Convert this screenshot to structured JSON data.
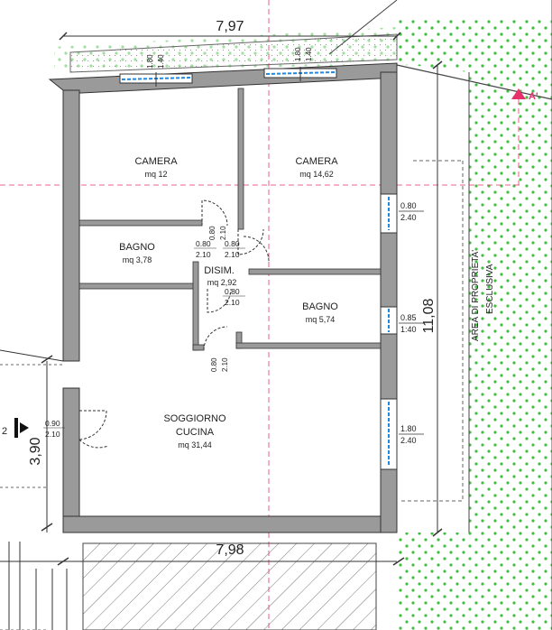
{
  "plan": {
    "dim_top": "7,97",
    "dim_bottom": "7,98",
    "dim_left": "3,90",
    "dim_right": "11,08",
    "section_marker": "A'",
    "section_left": "2",
    "garden_label_1": "AREA DI PROPRIETA'",
    "garden_label_2": "ESCLUSIVA",
    "rooms": [
      {
        "name": "CAMERA",
        "area": "mq 12"
      },
      {
        "name": "CAMERA",
        "area": "mq 14,62"
      },
      {
        "name": "BAGNO",
        "area": "mq 3,78"
      },
      {
        "name": "DISIM.",
        "area": "mq 2,92"
      },
      {
        "name": "BAGNO",
        "area": "mq 5,74"
      },
      {
        "name": "SOGGIORNO",
        "name2": "CUCINA",
        "area": "mq 31,44"
      }
    ],
    "openings": {
      "win_top_left": {
        "w": "1.80",
        "h": "1.40"
      },
      "win_top_right": {
        "w": "1.80",
        "h": "1.40"
      },
      "win_right_camera": {
        "w": "0.80",
        "h": "2.40"
      },
      "win_right_bagno": {
        "w": "0.85",
        "h": "1:40"
      },
      "win_right_soggiorno": {
        "w": "1.80",
        "h": "2.40"
      },
      "door_camera1": {
        "w": "0.80",
        "h": "2.10"
      },
      "door_bagno1": {
        "w": "0.80",
        "h": "2.10"
      },
      "door_camera2": {
        "w": "0.80",
        "h": "2.10"
      },
      "door_bagno2": {
        "w": "0.80",
        "h": "2.10"
      },
      "door_soggiorno": {
        "w": "0.80",
        "h": "2.10"
      },
      "door_entrance": {
        "w": "0.90",
        "h": "2.10"
      }
    }
  },
  "colors": {
    "wall": "#9a9a9a",
    "wall_stroke": "#333333",
    "garden_dot": "#3fbf3f",
    "section_line": "#e8306a",
    "window_glass": "#1e88e5"
  }
}
